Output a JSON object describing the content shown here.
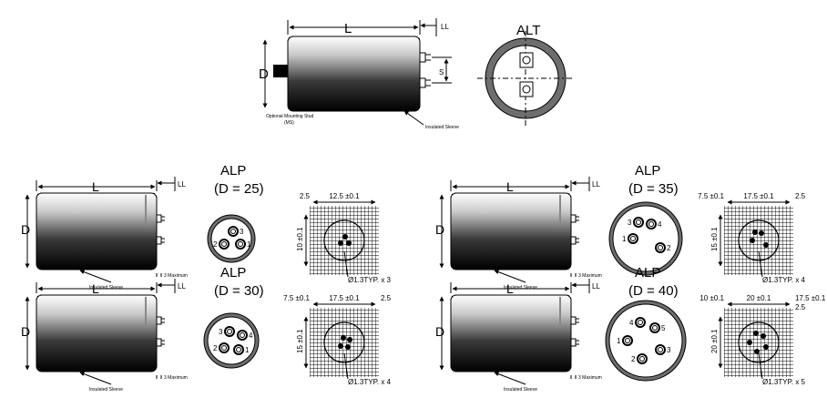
{
  "top": {
    "series": "ALT",
    "L": "L",
    "LL": "LL",
    "D": "D",
    "S": "S",
    "mounting_stud": "Optional Mounting Stud",
    "ms": "(MS)",
    "sleeve": "Insulated Sleeve"
  },
  "panels": [
    {
      "series": "ALP",
      "diameter": "(D = 25)",
      "L": "L",
      "LL": "LL",
      "D": "D",
      "sleeve": "Insulated Sleeve",
      "maximum": "3 Maximum",
      "pins": [
        "1",
        "2",
        "3"
      ],
      "grid": {
        "left": "2.5",
        "top": "12.5 ±0.1",
        "side": "10 ±0.1",
        "right": "",
        "typ": "Ø1.3TYP. x 3"
      }
    },
    {
      "series": "ALP",
      "diameter": "(D = 30)",
      "L": "L",
      "LL": "LL",
      "D": "D",
      "sleeve": "Insulated Sleeve",
      "maximum": "3 Maximum",
      "pins": [
        "1",
        "2",
        "3",
        "4"
      ],
      "grid": {
        "left": "7.5 ±0.1",
        "top": "17.5 ±0.1",
        "side": "15 ±0.1",
        "right": "2.5",
        "typ": "Ø1.3TYP. x 4"
      }
    },
    {
      "series": "ALP",
      "diameter": "(D = 35)",
      "L": "L",
      "LL": "LL",
      "D": "D",
      "sleeve": "Insulated Sleeve",
      "maximum": "3 Maximum",
      "pins": [
        "1",
        "2",
        "3",
        "4"
      ],
      "grid": {
        "left": "7.5 ±0.1",
        "top": "17.5 ±0.1",
        "side": "15 ±0.1",
        "right": "2.5",
        "typ": "Ø1.3TYP. x 4"
      }
    },
    {
      "series": "ALP",
      "diameter": "(D = 40)",
      "L": "L",
      "LL": "LL",
      "D": "D",
      "sleeve": "Insulated Sleeve",
      "maximum": "3 Maximum",
      "pins": [
        "1",
        "2",
        "3",
        "4",
        "5"
      ],
      "grid": {
        "left": "10 ±0.1",
        "top": "20 ±0.1",
        "side": "20 ±0.1",
        "right": "17.5 ±0.1",
        "right2": "2.5",
        "typ": "Ø1.3TYP. x 5"
      }
    }
  ]
}
